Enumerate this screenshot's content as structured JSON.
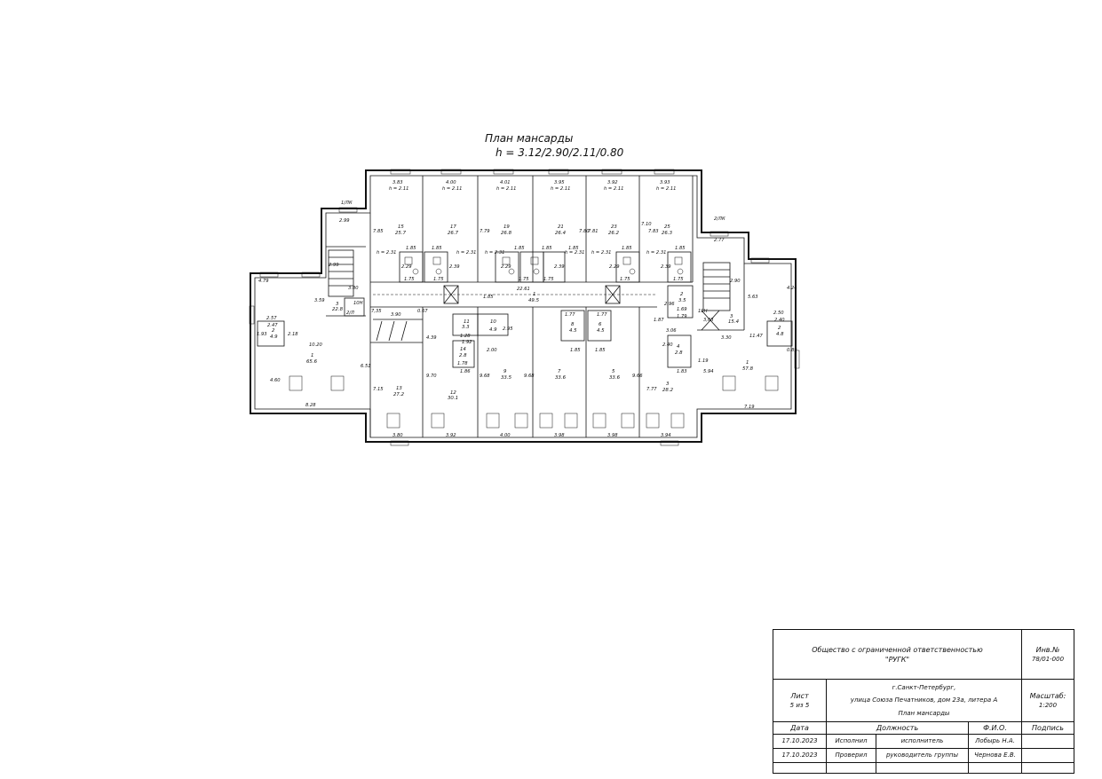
{
  "plan": {
    "title": "План мансарды",
    "subtitle": "h = 3.12/2.90/2.11/0.80",
    "stairs": [
      "1/ЛК",
      "2/ЛК"
    ],
    "heights": [
      "h = 2.11",
      "h = 2.31"
    ],
    "top_width_dims": [
      "3.83",
      "4.00",
      "4.01",
      "3.95",
      "3.92",
      "3.93"
    ],
    "bottom_width_dims": [
      "3.80",
      "3.92",
      "4.00",
      "3.98",
      "3.98",
      "3.94"
    ],
    "top_rooms": [
      {
        "num": "15",
        "area": "25.7"
      },
      {
        "num": "17",
        "area": "26.7"
      },
      {
        "num": "19",
        "area": "26.8"
      },
      {
        "num": "21",
        "area": "26.4"
      },
      {
        "num": "23",
        "area": "26.2"
      },
      {
        "num": "25",
        "area": "26.3"
      }
    ],
    "depth_dims": [
      "7.85",
      "7.79",
      "7.80",
      "7.81",
      "7.10",
      "7.83"
    ],
    "bath_dims": [
      "1.85",
      "1.75",
      "2.29",
      "2.39"
    ],
    "corridor": {
      "num": "1",
      "area": "49.5",
      "length": "22.61"
    },
    "bottom_rooms": [
      {
        "num": "13",
        "area": "27.2"
      },
      {
        "num": "12",
        "area": "30.1"
      },
      {
        "num": "9",
        "area": "33.5"
      },
      {
        "num": "7",
        "area": "33.6"
      },
      {
        "num": "5",
        "area": "33.6"
      },
      {
        "num": "3",
        "area": "28.2"
      }
    ],
    "bottom_depth_dims": [
      "7.15",
      "9.70",
      "9.68",
      "9.68",
      "9.66",
      "7.77"
    ],
    "small_rooms": [
      {
        "num": "11",
        "area": "3.3"
      },
      {
        "num": "10",
        "area": "4.9"
      },
      {
        "num": "14",
        "area": "2.8"
      },
      {
        "num": "8",
        "area": "4.5"
      },
      {
        "num": "6",
        "area": "4.5"
      },
      {
        "num": "4",
        "area": "2.8"
      },
      {
        "num": "2",
        "area": "3.5"
      }
    ],
    "misc_dims": [
      "1.28",
      "1.92",
      "2.00",
      "1.78",
      "1.86",
      "1.77",
      "1.69",
      "1.79",
      "1.83",
      "3.06",
      "2.40",
      "3.90",
      "2.95",
      "2.96",
      "1.87",
      "0.67",
      "4.39",
      "1.85"
    ],
    "left_wing": {
      "room": {
        "num": "1",
        "area": "65.6"
      },
      "wc": {
        "num": "2",
        "area": "4.9"
      },
      "stair_hall": {
        "num": "3",
        "area": "22.8"
      },
      "dims": [
        "4.79",
        "2.99",
        "3.59",
        "2.57",
        "2.47",
        "10.20",
        "6.51",
        "4.60",
        "8.28",
        "1.93",
        "2.18",
        "2.99",
        "3.80"
      ],
      "tags": [
        "10Н",
        "2/Л",
        "7,35"
      ]
    },
    "right_wing": {
      "room": {
        "num": "1",
        "area": "57.8"
      },
      "wc": {
        "num": "2",
        "area": "4.8"
      },
      "stair_hall": {
        "num": "3",
        "area": "15.4"
      },
      "dims": [
        "2.77",
        "4.24",
        "5.63",
        "2.50",
        "2.40",
        "11.47",
        "3.30",
        "5.94",
        "7.19",
        "0.89",
        "1.19",
        "2.90"
      ],
      "tags": [
        "19Н",
        "3,03"
      ]
    }
  },
  "stamp": {
    "org_line1": "Общество с ограниченной ответственностью",
    "org_line2": "\"РУГК\"",
    "inv_label": "Инв.№",
    "inv_value": "78/01-000",
    "sheet_label": "Лист",
    "sheet_value": "5 из 5",
    "address_line1": "г.Санкт-Петербург,",
    "address_line2": "улица Союза Печатников, дом 23а, литера А",
    "scale_label": "Масштаб:",
    "scale_value": "1:200",
    "drawing_name": "План мансарды",
    "headers": [
      "Дата",
      "Должность",
      "Ф.И.О.",
      "Подпись"
    ],
    "rows": [
      {
        "date": "17.10.2023",
        "role": "Исполнил",
        "position": "исполнитель",
        "name": "Лобырь Н.А."
      },
      {
        "date": "17.10.2023",
        "role": "Проверил",
        "position": "руководитель группы",
        "name": "Чернова Е.В."
      }
    ]
  }
}
